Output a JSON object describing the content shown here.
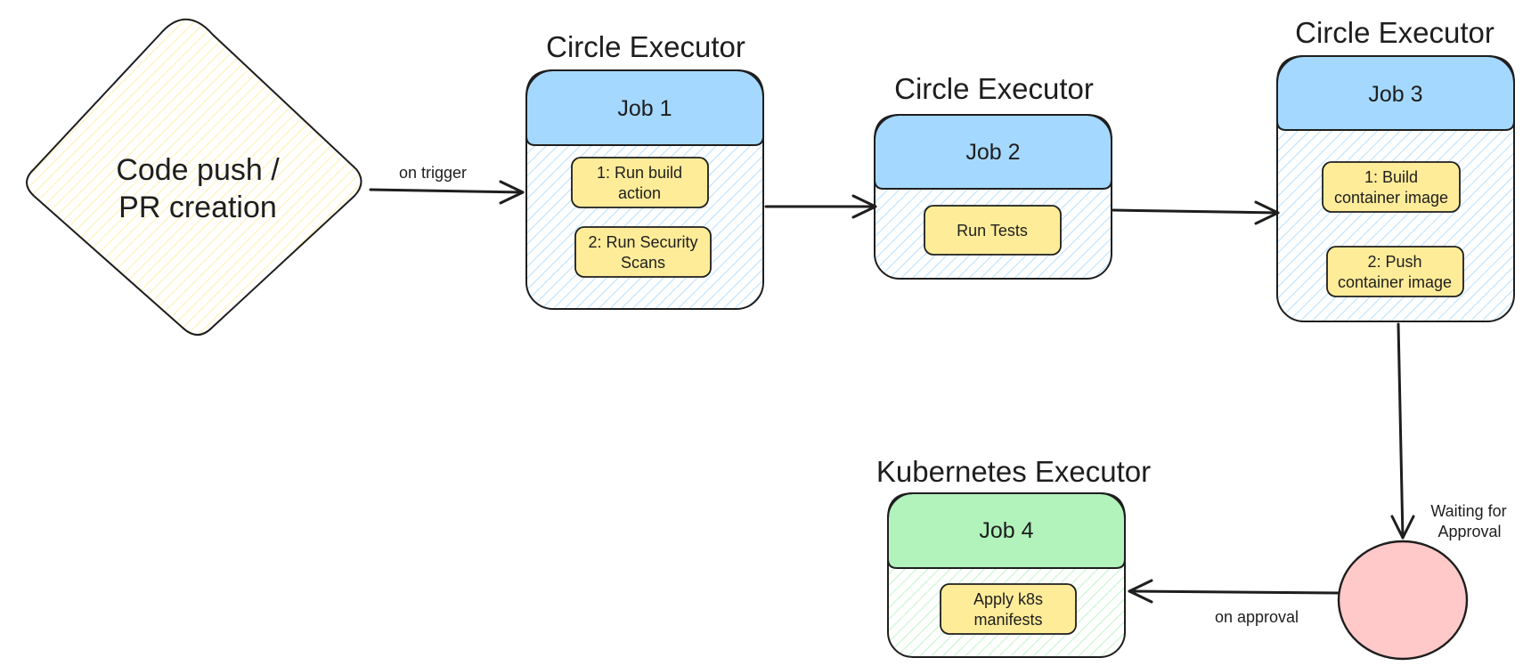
{
  "colors": {
    "circle_header": "#a5d8ff",
    "circle_hatch": "#a5d8ff",
    "k8s_header": "#b2f2bb",
    "k8s_hatch": "#b2f2bb",
    "step_fill": "#ffec99",
    "trigger_hatch": "#ffec99",
    "approval_fill": "#ffc9c9",
    "stroke": "#1e1e1e"
  },
  "trigger": {
    "lines": [
      "Code push /",
      "PR creation"
    ]
  },
  "executors": {
    "job1": {
      "title": "Circle Executor",
      "job_label": "Job 1",
      "steps": [
        [
          "1: Run build",
          "action"
        ],
        [
          "2: Run Security",
          "Scans"
        ]
      ]
    },
    "job2": {
      "title": "Circle Executor",
      "job_label": "Job 2",
      "steps": [
        [
          "Run Tests"
        ]
      ]
    },
    "job3": {
      "title": "Circle Executor",
      "job_label": "Job 3",
      "steps": [
        [
          "1: Build",
          "container image"
        ],
        [
          "2: Push",
          "container image"
        ]
      ]
    },
    "job4": {
      "title": "Kubernetes Executor",
      "job_label": "Job 4",
      "steps": [
        [
          "Apply k8s",
          "manifests"
        ]
      ]
    }
  },
  "edges": {
    "on_trigger": "on trigger",
    "on_approval": "on approval",
    "waiting": [
      "Waiting for",
      "Approval"
    ]
  }
}
